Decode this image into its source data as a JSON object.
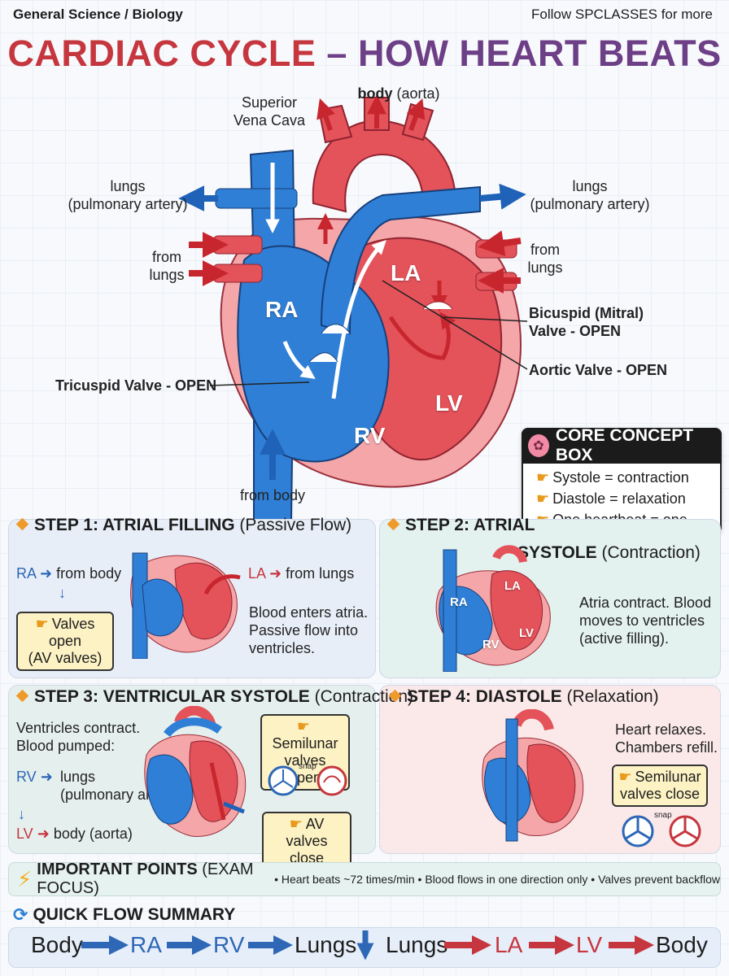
{
  "header": {
    "breadcrumb": "General Science / Biology",
    "follow": "Follow SPCLASSES for more"
  },
  "title": {
    "part1": "CARDIAC CYCLE",
    "dash": " – ",
    "part2": "HOW HEART BEATS"
  },
  "diagram": {
    "labels": {
      "svc": "Superior\nVena Cava",
      "aorta_bold": "body",
      "aorta_rest": " (aorta)",
      "pa_left": "lungs\n(pulmonary artery)",
      "pa_right": "lungs\n(pulmonary artery)",
      "from_lungs_left": "from\nlungs",
      "from_lungs_right": "from\nlungs",
      "bicuspid": "Bicuspid (Mitral)\nValve - OPEN",
      "aortic": "Aortic Valve - OPEN",
      "tricuspid": "Tricuspid Valve - OPEN",
      "from_body": "from body"
    },
    "chambers": {
      "ra": "RA",
      "rv": "RV",
      "la": "LA",
      "lv": "LV"
    }
  },
  "concept_box": {
    "title": "CORE CONCEPT BOX",
    "items": [
      "Systole = contraction",
      "Diastole = relaxation",
      "One heartbeat = one cycle"
    ]
  },
  "step1": {
    "heading": "STEP 1: ATRIAL FILLING",
    "sub": "(Passive Flow)",
    "ra": "RA",
    "ra_from": "from body",
    "la": "LA",
    "la_from": "from lungs",
    "callout": "Valves open\n(AV valves)",
    "desc": "Blood enters atria.\nPassive flow into\nventricles."
  },
  "step2": {
    "heading": "STEP 2: ATRIAL",
    "heading2": "SYSTOLE",
    "sub": "(Contraction)",
    "desc": "Atria contract. Blood\nmoves to ventricles\n(active filling).",
    "chambers": {
      "ra": "RA",
      "la": "LA",
      "rv": "RV",
      "lv": "LV"
    }
  },
  "step3": {
    "heading": "STEP 3: VENTRICULAR SYSTOLE",
    "sub": "(Contraction)",
    "intro": "Ventricles contract.\nBlood pumped:",
    "rv": "RV",
    "rv_dest": "lungs\n(pulmonary artery)",
    "lv": "LV",
    "lv_dest": "body (aorta)",
    "callout_semilunar": "Semilunar\nvalves open",
    "callout_av": "AV valves\nclose",
    "snap": "snap"
  },
  "step4": {
    "heading": "STEP 4: DIASTOLE",
    "sub": "(Relaxation)",
    "desc": "Heart relaxes.\nChambers refill.",
    "callout": "Semilunar\nvalves close",
    "snap": "snap"
  },
  "important": {
    "heading": "IMPORTANT POINTS",
    "sub": "(EXAM FOCUS)",
    "points": [
      "Heart beats ~72 times/min",
      "Blood flows in one direction only",
      "Valves prevent backflow"
    ]
  },
  "flow_summary": {
    "heading": "QUICK FLOW SUMMARY",
    "steps": [
      "Body",
      "RA",
      "RV",
      "Lungs",
      "Lungs",
      "LA",
      "LV",
      "Body"
    ]
  },
  "colors": {
    "red": "#c6363e",
    "blue": "#2d67b6",
    "purple": "#6d3f86",
    "accent": "#ef9b2b",
    "heart_red": "#e4525a",
    "heart_blue": "#2f7fd6",
    "pericardium": "#f4a6a8"
  }
}
